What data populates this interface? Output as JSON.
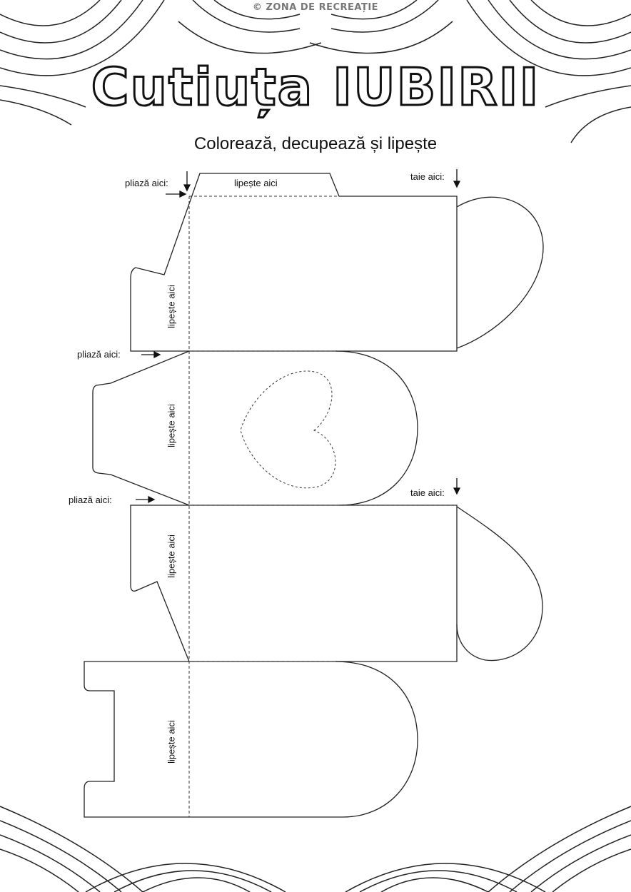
{
  "header": {
    "copyright": "© ZONA DE RECREAȚIE",
    "title": "Cutiuța IUBIRII",
    "subtitle": "Colorează, decupează și lipește"
  },
  "labels": {
    "fold_here": "pliază aici:",
    "cut_here": "taie aici:",
    "glue_here": "lipește aici"
  }
}
